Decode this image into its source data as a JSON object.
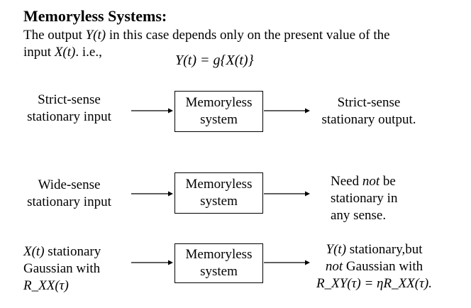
{
  "heading": "Memoryless Systems:",
  "intro": {
    "line1_a": "The output ",
    "line1_var": "Y(t)",
    "line1_b": " in this case depends only on the present value of the",
    "line2_a": "input ",
    "line2_var": "X(t)",
    "line2_b": ".  i.e.,"
  },
  "equation": "Y(t) = g{X(t)}",
  "rows": [
    {
      "input_line1": "Strict-sense",
      "input_line2": "stationary input",
      "box_line1": "Memoryless",
      "box_line2": "system",
      "output_line1": "Strict-sense",
      "output_line2": "stationary output."
    },
    {
      "input_line1": "Wide-sense",
      "input_line2": "stationary input",
      "box_line1": "Memoryless",
      "box_line2": "system",
      "output_line1a": "Need ",
      "output_line1_em": "not",
      "output_line1b": " be",
      "output_line2": "stationary in",
      "output_line3": "any sense."
    },
    {
      "input_line1_var": "X(t)",
      "input_line1b": " stationary",
      "input_line2": "Gaussian with",
      "input_line3": "R_XX(τ)",
      "box_line1": "Memoryless",
      "box_line2": "system",
      "output_line1_var": "Y(t)",
      "output_line1b": " stationary,but",
      "output_line2_em": "not",
      "output_line2b": " Gaussian with",
      "output_line3": "R_XY(τ) = ηR_XX(τ)."
    }
  ]
}
